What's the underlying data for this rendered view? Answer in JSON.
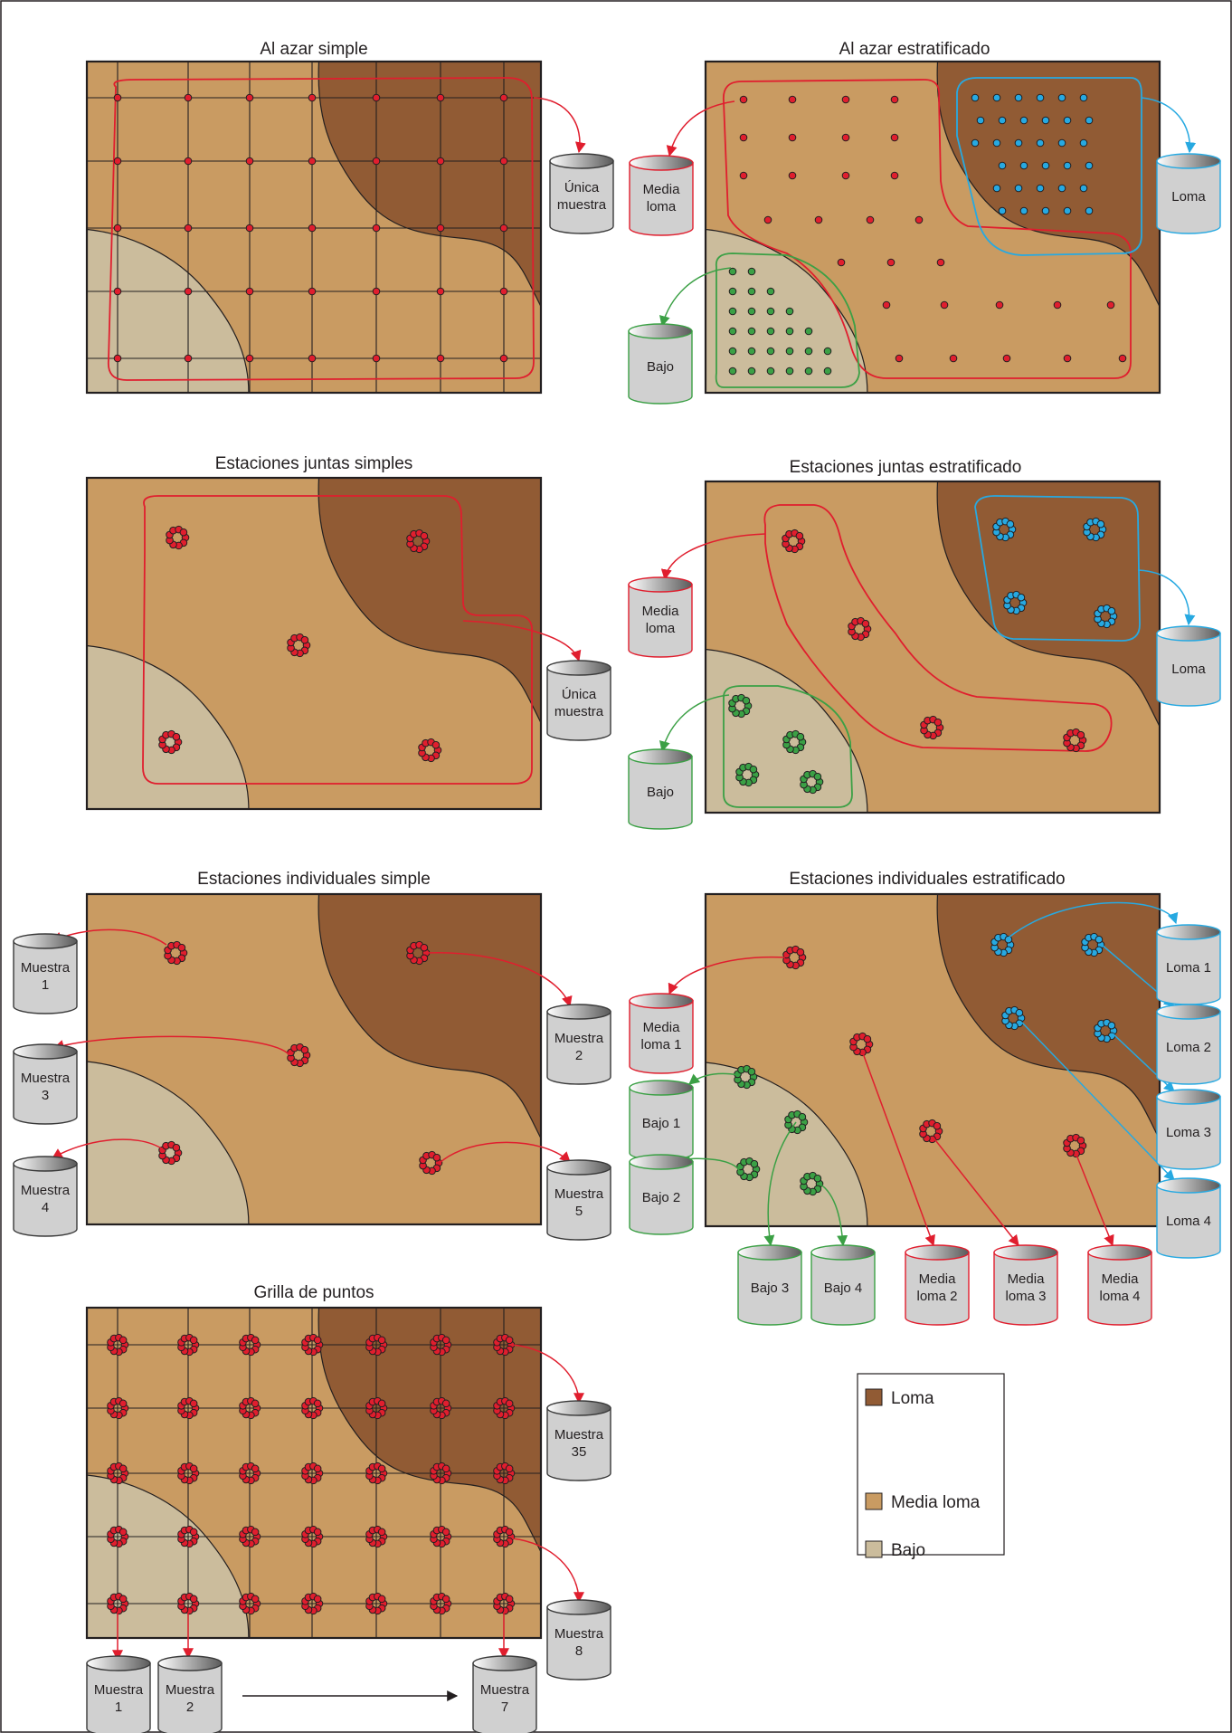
{
  "colors": {
    "loma": "#915b34",
    "media_loma": "#c99b62",
    "bajo": "#cbbc9c",
    "red": "#e01e2e",
    "blue": "#27a9e1",
    "green": "#3ba045",
    "outline": "#231f20",
    "container": "#d0d0d0"
  },
  "panels": {
    "azar_simple": {
      "title": "Al azar simple",
      "containers": [
        "Única\nmuestra"
      ]
    },
    "azar_estrat": {
      "title": "Al azar estratificado",
      "containers": [
        "Media\nloma",
        "Loma",
        "Bajo"
      ]
    },
    "juntas_simple": {
      "title": "Estaciones juntas simples",
      "containers": [
        "Única\nmuestra"
      ]
    },
    "juntas_estrat": {
      "title": "Estaciones juntas estratificado",
      "containers": [
        "Media\nloma",
        "Loma",
        "Bajo"
      ]
    },
    "indiv_simple": {
      "title": "Estaciones individuales simple",
      "containers": [
        "Muestra\n1",
        "Muestra\n2",
        "Muestra\n3",
        "Muestra\n4",
        "Muestra\n5"
      ]
    },
    "indiv_estrat": {
      "title": "Estaciones individuales estratificado",
      "containers": [
        "Media\nloma 1",
        "Loma 1",
        "Loma 2",
        "Loma 3",
        "Loma 4",
        "Bajo 1",
        "Bajo 2",
        "Bajo 3",
        "Bajo 4",
        "Media\nloma 2",
        "Media\nloma 3",
        "Media\nloma 4"
      ]
    },
    "grilla": {
      "title": "Grilla de puntos",
      "containers": [
        "Muestra\n35",
        "Muestra\n8",
        "Muestra\n1",
        "Muestra\n2",
        "Muestra\n7"
      ]
    }
  },
  "legend": {
    "items": [
      "Loma",
      "Media loma",
      "Bajo"
    ]
  }
}
